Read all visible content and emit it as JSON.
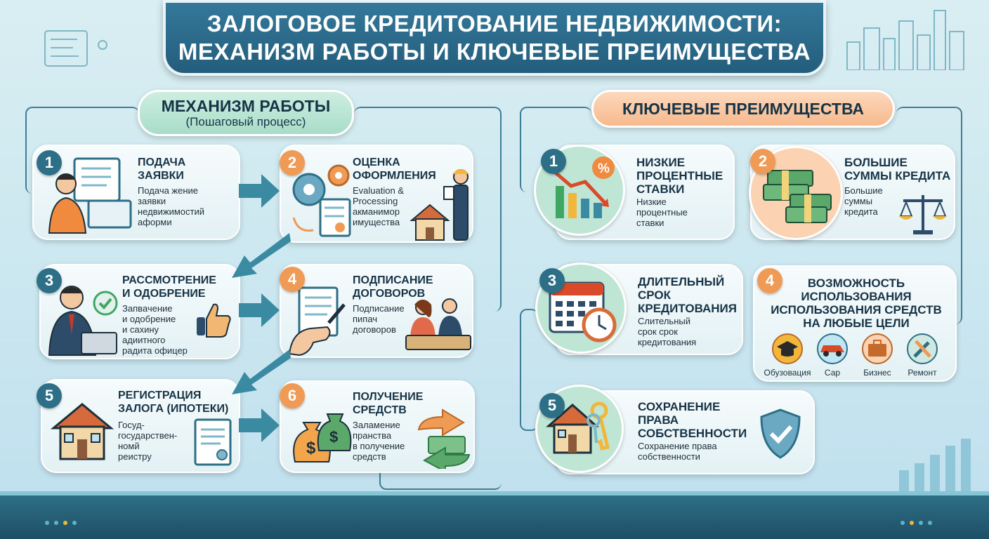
{
  "title": {
    "line1": "ЗАЛОГОВОЕ КРЕДИТОВАНИЕ НЕДВИЖИМОСТИ:",
    "line2": "МЕХАНИЗМ РАБОТЫ И КЛЮЧЕВЫЕ ПРЕИМУЩЕСТВА"
  },
  "mechanism": {
    "title": "МЕХАНИЗМ РАБОТЫ",
    "subtitle": "(Пошаговый процесс)",
    "steps": [
      {
        "num": "1",
        "title": "ПОДАЧА\nЗАЯВКИ",
        "desc": "Подача жение\nзаявки\nнедвижимостий\nаформи"
      },
      {
        "num": "2",
        "title": "ОЦЕНКА\nОФОРМЛЕНИЯ",
        "desc": "Evaluation &\nProcessing\nакманимор\nимущества"
      },
      {
        "num": "3",
        "title": "РАССМОТРЕНИЕ\nИ ОДОБРЕНИЕ",
        "desc": "Запвачение\nи одобрение\nи сахину\nадиитного\nрадита офицер"
      },
      {
        "num": "4",
        "title": "ПОДПИСАНИЕ\nДОГОВОРОВ",
        "desc": "Подписание\nпипач\nдоговоров"
      },
      {
        "num": "5",
        "title": "РЕГИСТРАЦИЯ\nЗАЛОГА (ИПОТЕКИ)",
        "desc": "Госуд-\nгосударствен-\nномй\nреистру"
      },
      {
        "num": "6",
        "title": "ПОЛУЧЕНИЕ\nСРЕДСТВ",
        "desc": "Заламение\nпранства\nв получение\nсредств"
      }
    ]
  },
  "benefits": {
    "title": "КЛЮЧЕВЫЕ ПРЕИМУЩЕСТВА",
    "items": [
      {
        "num": "1",
        "title": "НИЗКИЕ\nПРОЦЕНТНЫЕ\nСТАВКИ",
        "desc": "Низкие\nпроцентные\nставки"
      },
      {
        "num": "2",
        "title": "БОЛЬШИЕ\nСУММЫ КРЕДИТА",
        "desc": "Большие\nсуммы\nкредита"
      },
      {
        "num": "3",
        "title": "ДЛИТЕЛЬНЫЙ\nСРОК\nКРЕДИТОВАНИЯ",
        "desc": "Слительный\nсрок срок\nкредитования"
      },
      {
        "num": "4",
        "title": "ВОЗМОЖНОСТЬ\nИСПОЛЬЗОВАНИЯ\nИСПОЛЬЗОВАНИЯ СРЕДСТВ\nНА ЛЮБЫЕ ЦЕЛИ",
        "desc": "",
        "uses": [
          "Обузовация",
          "Сар",
          "Бизнес",
          "Ремонт"
        ]
      },
      {
        "num": "5",
        "title": "СОХРАНЕНИЕ\nПРАВА\nСОБСТВЕННОСТИ",
        "desc": "Сохранение права\nсобственности"
      }
    ]
  }
}
